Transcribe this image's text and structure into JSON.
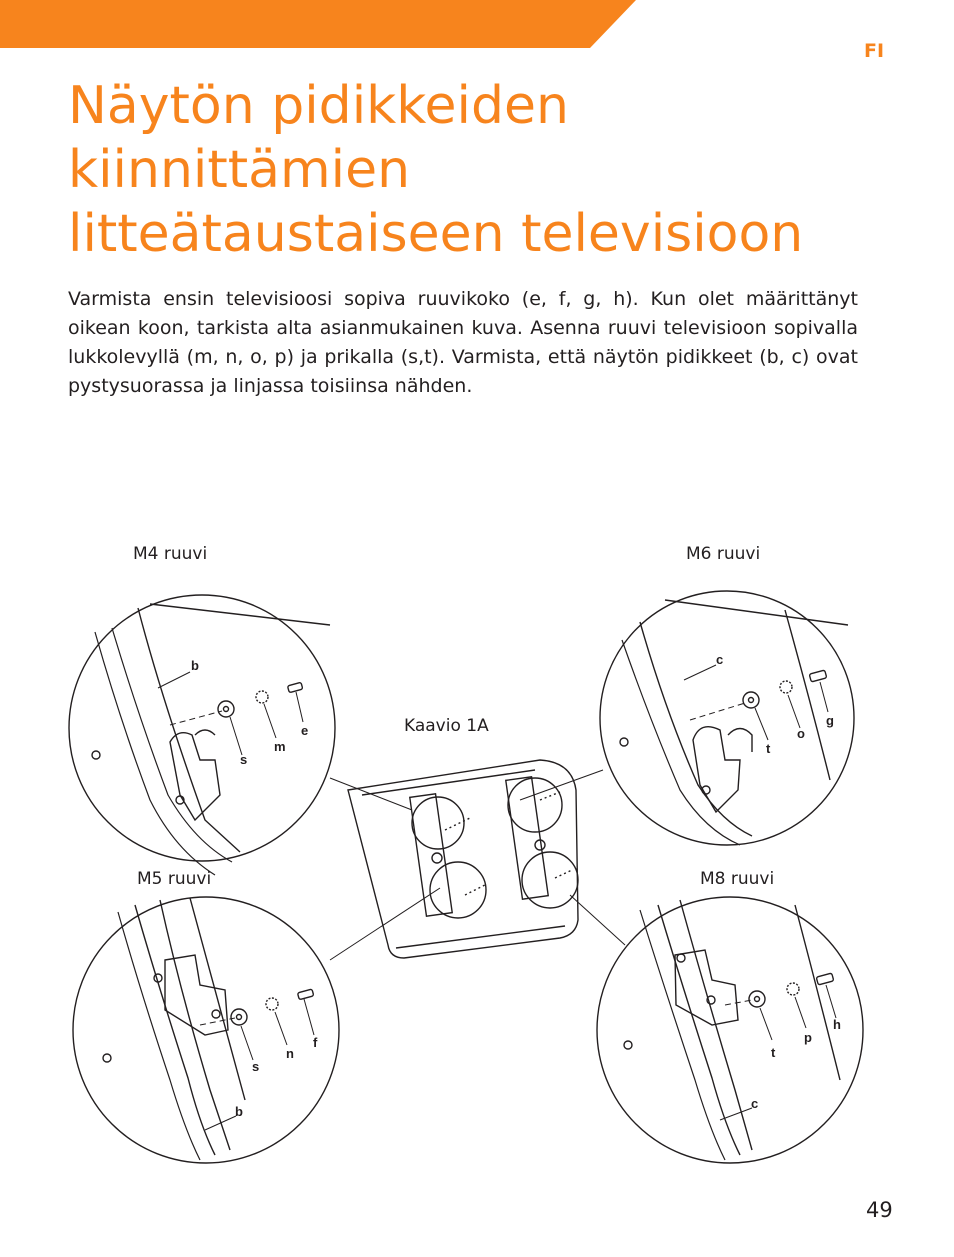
{
  "header": {
    "language": "FI",
    "accent_color": "#f7841d"
  },
  "title_lines": [
    "Näytön pidikkeiden",
    "kiinnittämien",
    "litteätaustaiseen televisioon"
  ],
  "intro": "Varmista ensin televisioosi sopiva ruuvikoko (e, f, g, h). Kun olet määrittänyt oikean koon, tarkista alta asianmukainen kuva. Asenna ruuvi televisioon sopivalla lukkolevyllä (m, n, o, p) ja prikalla (s,t). Varmista, että näytön pidikkeet (b, c) ovat pystysuorassa ja linjassa toisiinsa nähden.",
  "captions": {
    "m4": "M4 ruuvi",
    "m6": "M6 ruuvi",
    "m5": "M5 ruuvi",
    "m8": "M8 ruuvi",
    "diagram": "Kaavio 1A"
  },
  "part_labels": {
    "m4": [
      "b",
      "s",
      "m",
      "e"
    ],
    "m6": [
      "c",
      "t",
      "o",
      "g"
    ],
    "m5": [
      "s",
      "n",
      "f",
      "b"
    ],
    "m8": [
      "t",
      "p",
      "h",
      "c"
    ]
  },
  "page_number": "49"
}
